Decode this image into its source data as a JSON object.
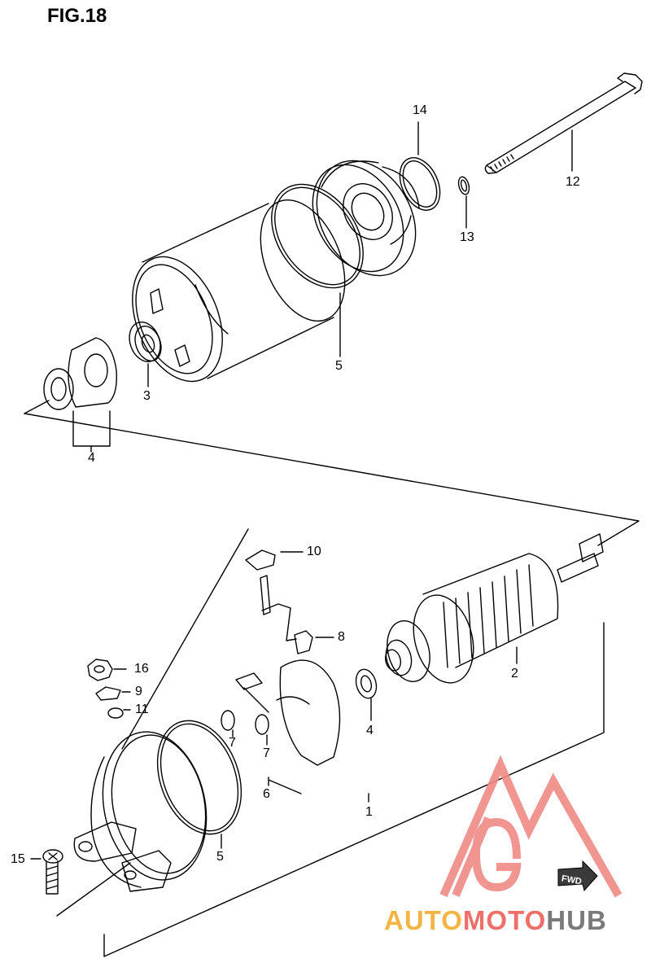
{
  "figure": {
    "title": "FIG.18"
  },
  "callouts": {
    "p1": "1",
    "p2": "2",
    "p3": "3",
    "p4_top": "4",
    "p4_bottom": "4",
    "p5_top": "5",
    "p5_bottom": "5",
    "p6": "6",
    "p7_left": "7",
    "p7_right": "7",
    "p8": "8",
    "p9": "9",
    "p10": "10",
    "p11": "11",
    "p12": "12",
    "p13": "13",
    "p14": "14",
    "p15": "15",
    "p16": "16"
  },
  "watermark": {
    "brand_part1": "AUTO",
    "brand_part2": "MOTO",
    "brand_part3": "HUB",
    "fwd_label": "FWD",
    "colors": {
      "logo": "#f08a86",
      "auto": "#f2b544",
      "moto": "#ee6e6a",
      "hub": "#7a7a7a"
    }
  }
}
